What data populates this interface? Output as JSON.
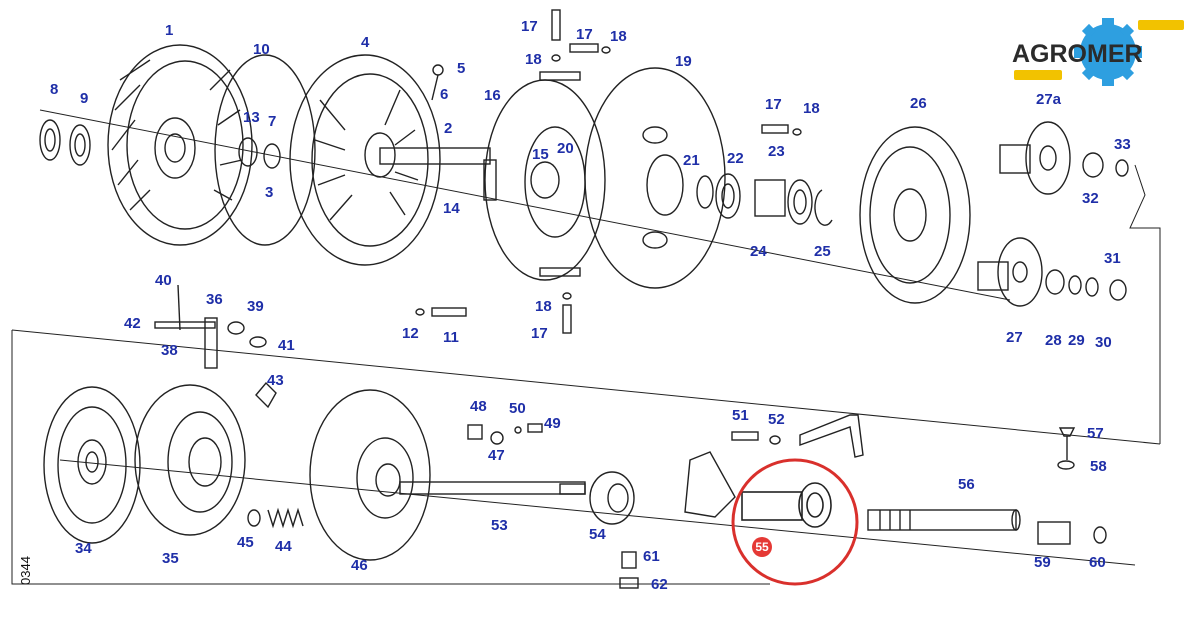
{
  "brand": {
    "name": "AGROMER",
    "gear_color": "#2e9fe0",
    "stripe_color": "#f2c200"
  },
  "label_color": "#1f2fa8",
  "highlight": {
    "part": "55",
    "color": "#e53935"
  },
  "drawing_ref": "0344",
  "labels": {
    "p1": "1",
    "p2": "2",
    "p3": "3",
    "p4": "4",
    "p5": "5",
    "p6": "6",
    "p7": "7",
    "p8": "8",
    "p9": "9",
    "p10": "10",
    "p11": "11",
    "p12": "12",
    "p13": "13",
    "p14": "14",
    "p15": "15",
    "p16": "16",
    "p17a": "17",
    "p17b": "17",
    "p17c": "17",
    "p17d": "17",
    "p18a": "18",
    "p18b": "18",
    "p18c": "18",
    "p18d": "18",
    "p19": "19",
    "p20": "20",
    "p21": "21",
    "p22": "22",
    "p23": "23",
    "p24": "24",
    "p25": "25",
    "p26": "26",
    "p27": "27",
    "p27a": "27a",
    "p28": "28",
    "p29": "29",
    "p30": "30",
    "p31": "31",
    "p32": "32",
    "p33": "33",
    "p34": "34",
    "p35": "35",
    "p36": "36",
    "p38": "38",
    "p39": "39",
    "p40": "40",
    "p41": "41",
    "p42": "42",
    "p43": "43",
    "p44": "44",
    "p45": "45",
    "p46": "46",
    "p47": "47",
    "p48": "48",
    "p49": "49",
    "p50": "50",
    "p51": "51",
    "p52": "52",
    "p53": "53",
    "p54": "54",
    "p55": "55",
    "p56": "56",
    "p57": "57",
    "p58": "58",
    "p59": "59",
    "p60": "60",
    "p61": "61",
    "p62": "62"
  }
}
